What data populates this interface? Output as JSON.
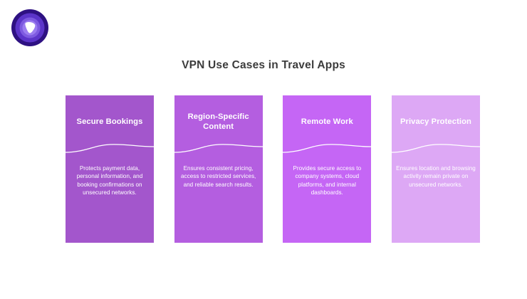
{
  "header": {
    "title": "VPN Use Cases in Travel Apps",
    "title_color": "#3c3c3c"
  },
  "logo": {
    "name": "vpn-shield-logo",
    "ring_outer_color": "#2e1182",
    "ring_mid_color": "#5b34c9",
    "ring_inner_color": "#7d5ae0",
    "ring_core_color": "#9b7cf0",
    "mark_color": "#ffffff"
  },
  "canvas": {
    "background": "#ffffff"
  },
  "cards": [
    {
      "id": "secure-bookings",
      "title": "Secure Bookings",
      "body": "Protects payment data, personal information, and booking confirmations on unsecured networks.",
      "color": "#a356cc",
      "wave_color": "#ffffff"
    },
    {
      "id": "region-specific-content",
      "title": "Region-Specific Content",
      "body": "Ensures consistent pricing, access to restricted services, and reliable search results.",
      "color": "#b45ee0",
      "wave_color": "#ffffff"
    },
    {
      "id": "remote-work",
      "title": "Remote Work",
      "body": "Provides secure access to company systems, cloud platforms, and internal dashboards.",
      "color": "#c566f5",
      "wave_color": "#ffffff"
    },
    {
      "id": "privacy-protection",
      "title": "Privacy Protection",
      "body": "Ensures location and browsing activity remain private on unsecured networks.",
      "color": "#dda8f5",
      "wave_color": "#ffffff"
    }
  ]
}
